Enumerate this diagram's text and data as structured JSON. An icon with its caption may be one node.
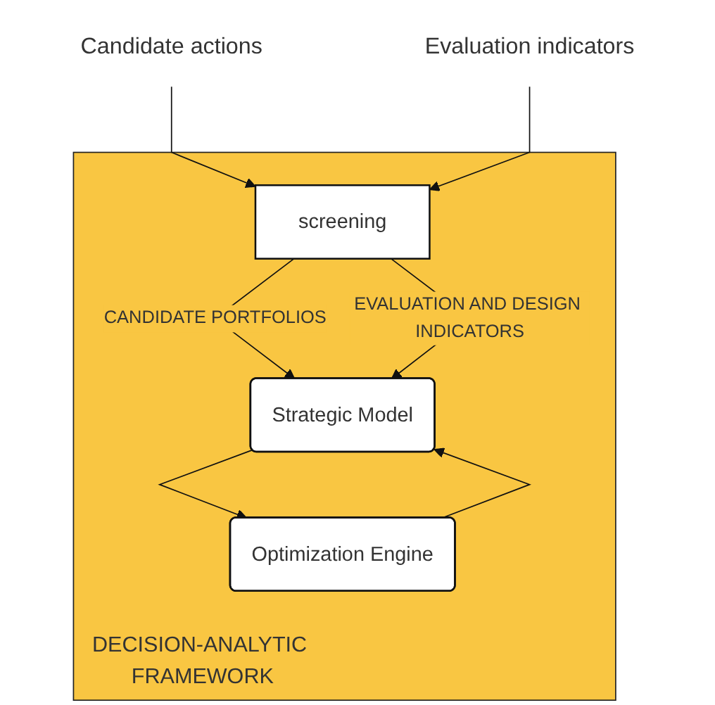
{
  "diagram": {
    "nodes": [
      {
        "text": [
          "Candidate actions"
        ]
      },
      {
        "text": [
          "Evaluation indicators"
        ]
      },
      {
        "text": [
          "DECISION-ANALYTIC FRAMEWORK"
        ]
      },
      {
        "text": [
          "screening"
        ],
        "in": 2
      },
      {
        "text": [
          "Strategic Model"
        ],
        "in": 2
      },
      {
        "text": [
          "Optimization Engine"
        ],
        "in": 2
      }
    ],
    "edges": [
      {
        "from": 0,
        "to": 3,
        "arrow": "to"
      },
      {
        "from": 1,
        "to": 3,
        "arrow": "to"
      },
      {
        "from": 3,
        "to": 4,
        "arrow": "to",
        "label": "CANDIDATE PORTFOLIOS"
      },
      {
        "from": 3,
        "to": 4,
        "arrow": "to",
        "label": "EVALUATION AND DESIGN INDICATORS"
      },
      {
        "from": 4,
        "to": 5,
        "arrow": "to"
      },
      {
        "from": 5,
        "to": 4,
        "arrow": "to"
      }
    ]
  }
}
